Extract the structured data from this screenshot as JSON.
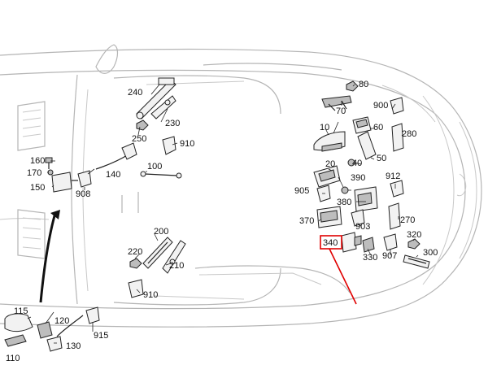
{
  "callouts": {
    "c10": "10",
    "c20": "20",
    "c40": "40",
    "c50": "50",
    "c60": "60",
    "c70": "70",
    "c80": "80",
    "c100": "100",
    "c110": "110",
    "c115": "115",
    "c120": "120",
    "c130": "130",
    "c140": "140",
    "c150": "150",
    "c160": "160",
    "c170": "170",
    "c200": "200",
    "c210": "210",
    "c220": "220",
    "c230": "230",
    "c240": "240",
    "c250": "250",
    "c270": "270",
    "c280": "280",
    "c300": "300",
    "c320": "320",
    "c330": "330",
    "c340": "340",
    "c370": "370",
    "c380": "380",
    "c390": "390",
    "c900": "900",
    "c903": "903",
    "c905": "905",
    "c907": "907",
    "c908": "908",
    "c910a": "910",
    "c910b": "910",
    "c912": "912",
    "c915": "915"
  },
  "highlight": {
    "part": "340",
    "color": "#e00000"
  }
}
